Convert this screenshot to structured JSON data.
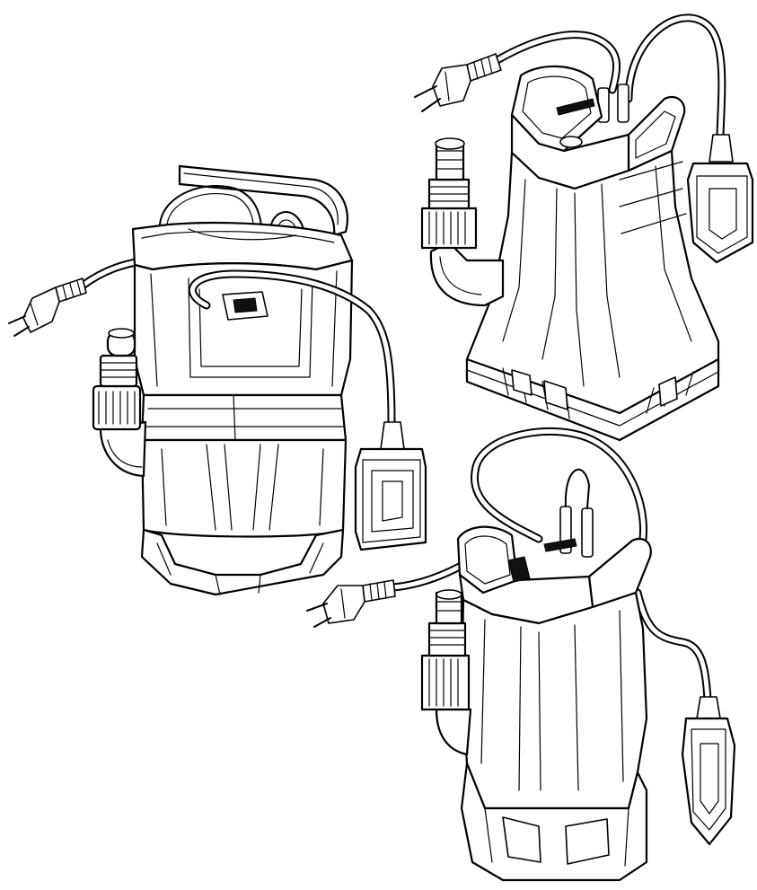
{
  "figure": {
    "background": "#ffffff",
    "line_color": "#000000",
    "views": [
      {
        "id": "pump-left",
        "icon": "submersible-pump-icon"
      },
      {
        "id": "pump-top-right",
        "icon": "submersible-pump-icon"
      },
      {
        "id": "pump-bottom-right",
        "icon": "submersible-pump-icon"
      }
    ]
  }
}
